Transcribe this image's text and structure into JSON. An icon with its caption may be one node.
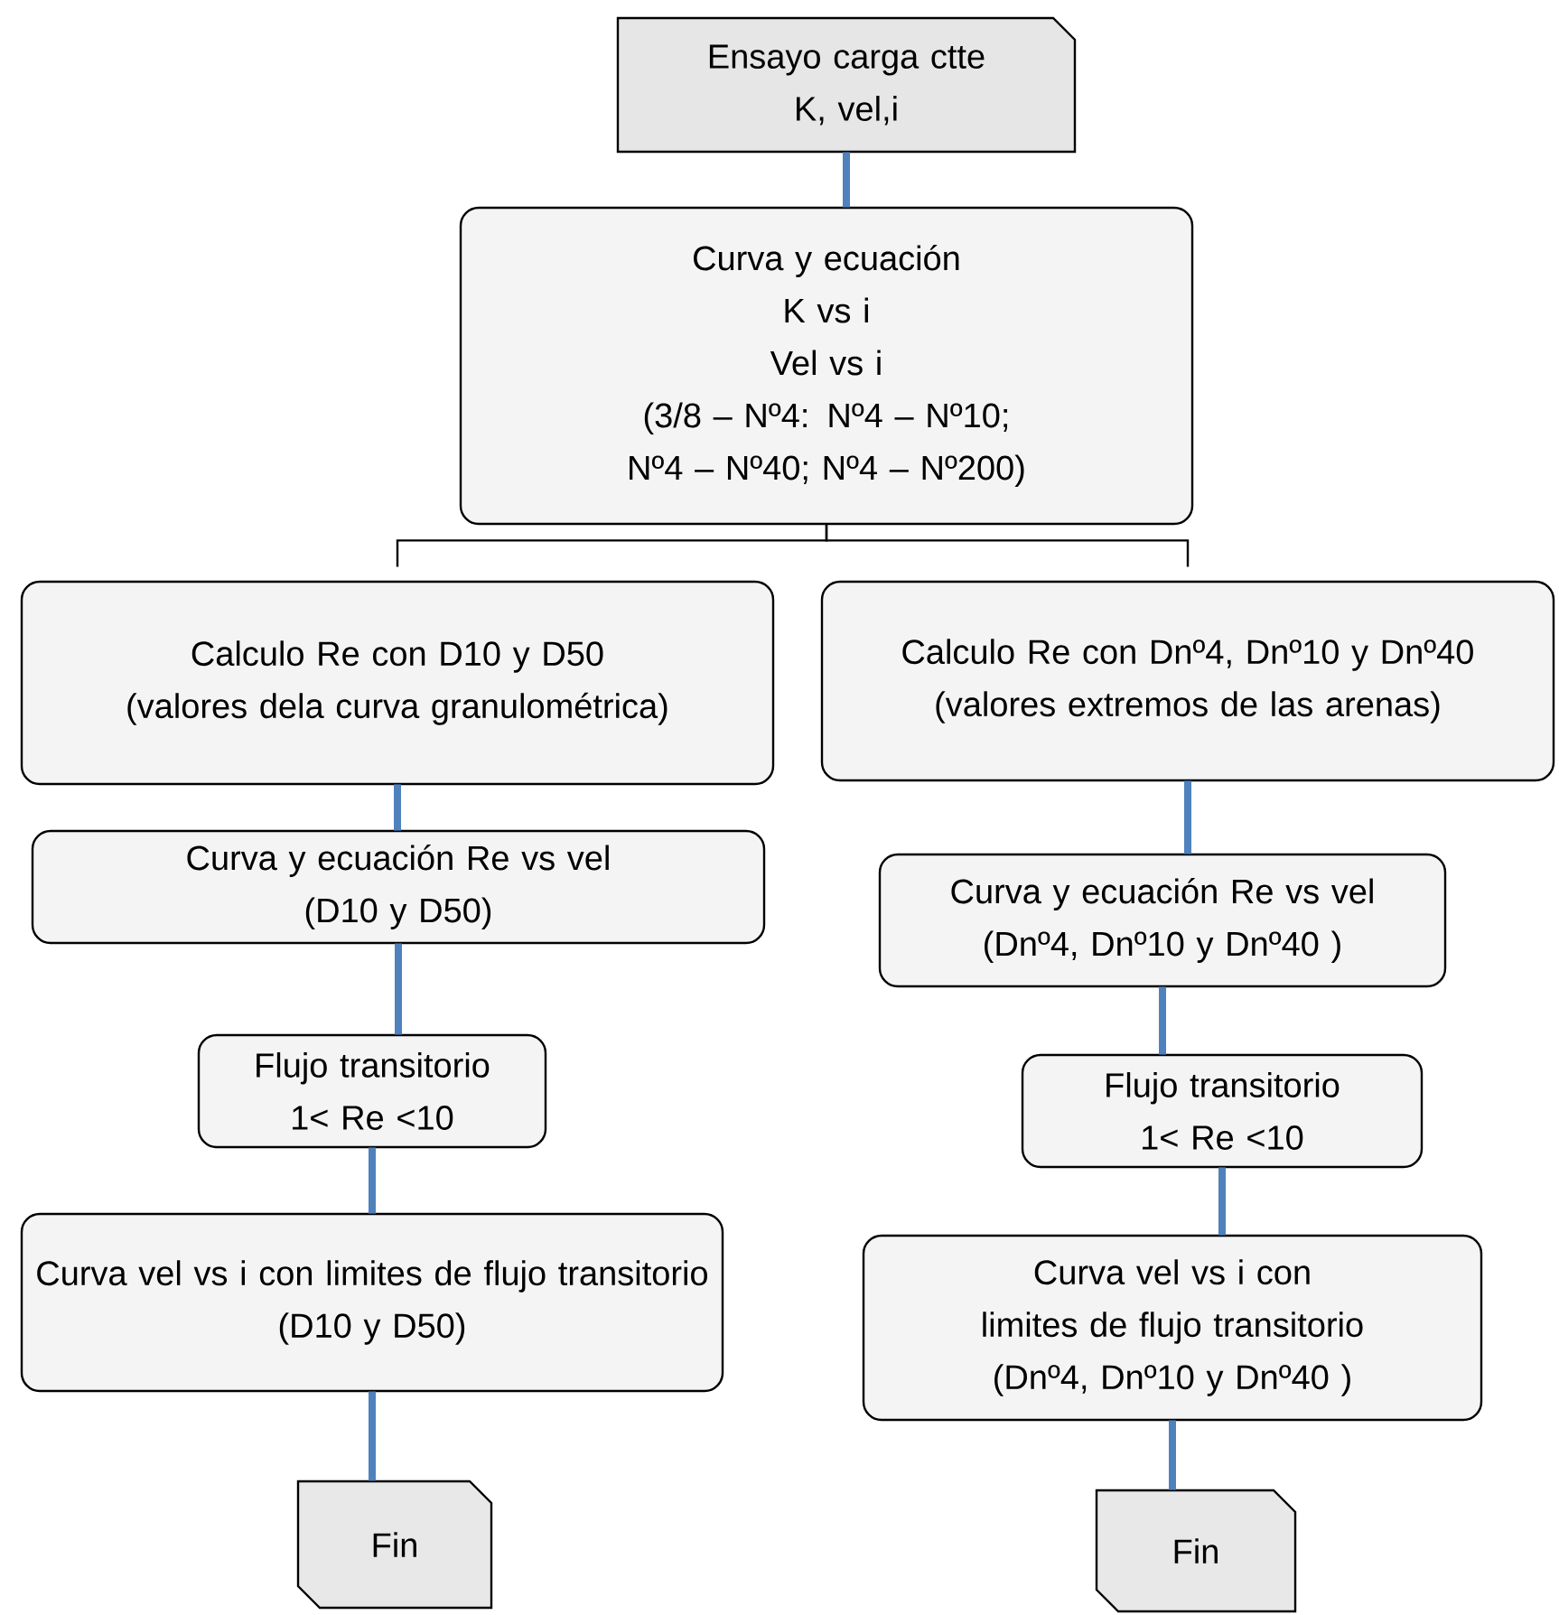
{
  "diagram": {
    "nodes": [
      {
        "text": [
          "Ensayo carga ctte",
          "K, vel,i"
        ]
      },
      {
        "text": [
          "Curva y ecuación",
          "K vs i",
          "Vel vs i",
          "(3/8 – Nº4: Nº4 – Nº10; Nº4 – Nº40; Nº4 – Nº200)"
        ]
      },
      {
        "text": [
          "Calculo Re con D10 y D50",
          "(valores dela curva granulométrica)"
        ]
      },
      {
        "text": [
          "Calculo Re con Dnº4, Dnº10 y Dnº40 (valores extremos de las arenas)"
        ]
      },
      {
        "text": [
          "Curva y ecuación Re vs vel",
          "(D10 y D50)"
        ]
      },
      {
        "text": [
          "Curva y ecuación Re vs vel",
          "(Dnº4, Dnº10 y Dnº40 )"
        ]
      },
      {
        "text": [
          "Flujo transitorio",
          "1< Re <10"
        ]
      },
      {
        "text": [
          "Flujo transitorio",
          "1< Re <10"
        ]
      },
      {
        "text": [
          "Curva vel vs i con limites de flujo transitorio",
          "(D10 y D50)"
        ]
      },
      {
        "text": [
          "Curva vel vs i con limites de flujo transitorio",
          "(Dnº4, Dnº10 y Dnº40 )"
        ]
      },
      {
        "text": [
          "Fin"
        ]
      },
      {
        "text": [
          "Fin"
        ]
      }
    ],
    "edges": [
      {
        "from": 0,
        "to": 1,
        "arrow": "none"
      },
      {
        "from": 1,
        "to": 2,
        "arrow": "none",
        "color": "#000000"
      },
      {
        "from": 1,
        "to": 3,
        "arrow": "none",
        "color": "#000000"
      },
      {
        "from": 2,
        "to": 4,
        "arrow": "none"
      },
      {
        "from": 3,
        "to": 5,
        "arrow": "none"
      },
      {
        "from": 4,
        "to": 6,
        "arrow": "none"
      },
      {
        "from": 5,
        "to": 7,
        "arrow": "none"
      },
      {
        "from": 6,
        "to": 8,
        "arrow": "none"
      },
      {
        "from": 7,
        "to": 9,
        "arrow": "none"
      },
      {
        "from": 8,
        "to": 10,
        "arrow": "none"
      },
      {
        "from": 9,
        "to": 11,
        "arrow": "none"
      }
    ]
  }
}
